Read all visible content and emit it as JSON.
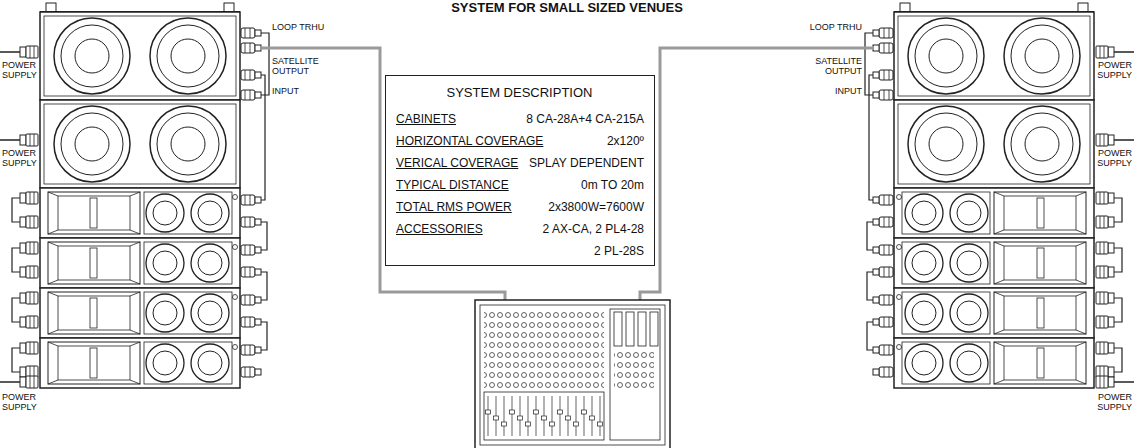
{
  "diagram": {
    "title": "SYSTEM FOR SMALL SIZED VENUES",
    "nodes": [
      {
        "text": [
          "SYSTEM DESCRIPTION",
          "CABINETS",
          "8 CA-28A+4 CA-215A",
          "HORIZONTAL COVERAGE",
          "2x120º",
          "VERICAL COVERAGE",
          "SPLAY DEPENDENT",
          "TYPICAL DISTANCE",
          "0m TO 20m",
          "TOTAL RMS POWER",
          "2x3800W=7600W",
          "ACCESSORIES",
          "2 AX-CA, 2 PL4-28",
          "2 PL-28S"
        ]
      }
    ],
    "labels": [
      "POWER SUPPLY",
      "LOOP TRHU",
      "SATELLITE OUTPUT",
      "INPUT",
      "POWER SUPPLY",
      "POWER SUPPLY",
      "LOOP TRHU",
      "SATELLITE OUTPUT",
      "INPUT",
      "POWER SUPPLY",
      "POWER SUPPLY",
      "POWER SUPPLY"
    ]
  }
}
